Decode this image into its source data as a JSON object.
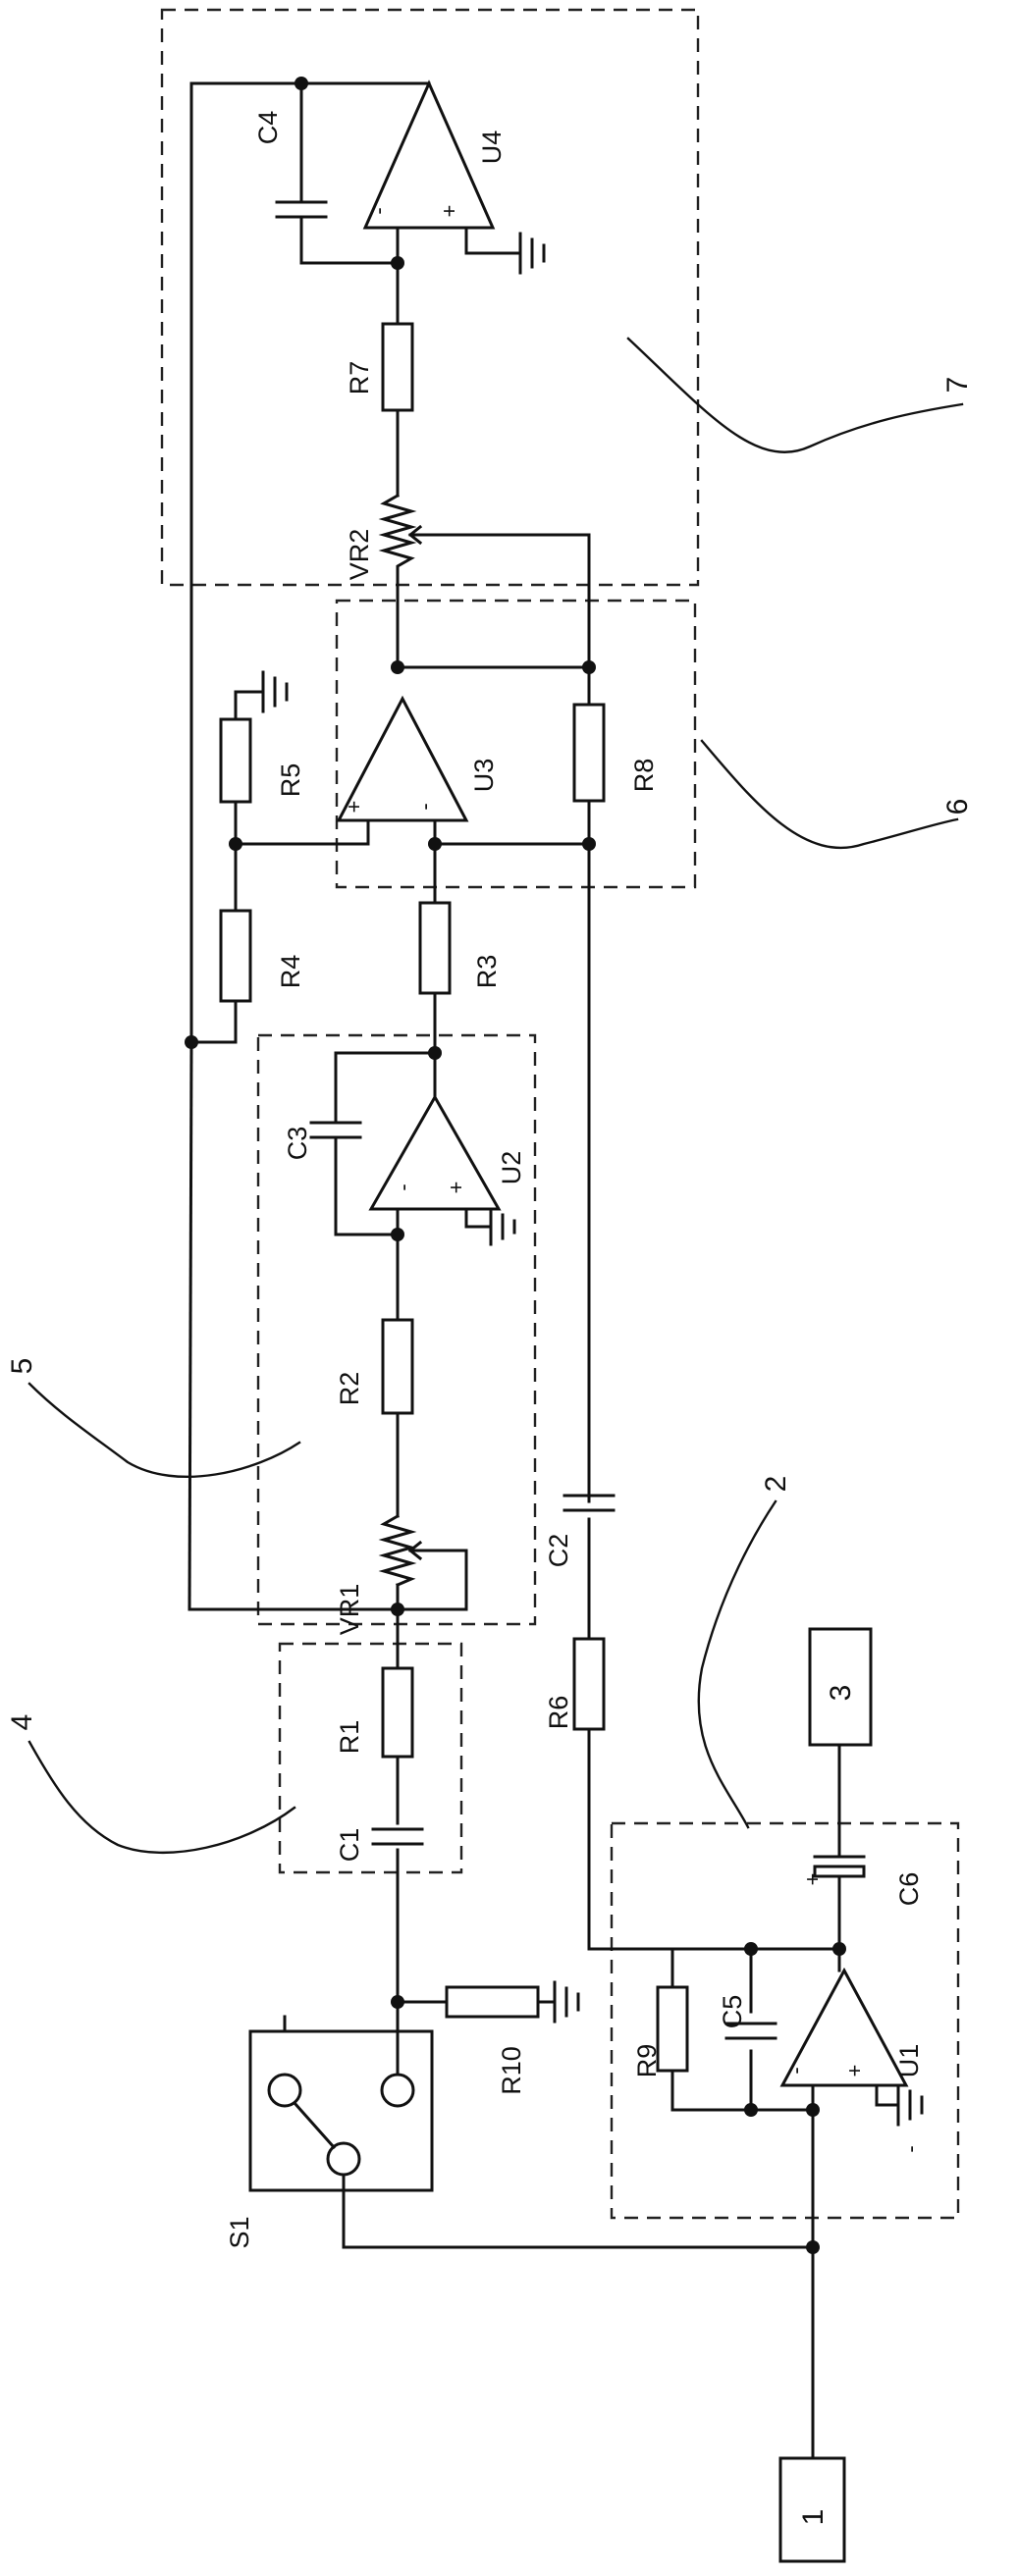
{
  "blocks": {
    "input_terminal": "1",
    "source_terminal": "3"
  },
  "callouts": [
    "2",
    "4",
    "5",
    "6",
    "7"
  ],
  "components": {
    "resistors": [
      "R1",
      "R2",
      "R3",
      "R4",
      "R5",
      "R6",
      "R7",
      "R8",
      "R9",
      "R10"
    ],
    "capacitors": [
      "C1",
      "C2",
      "C3",
      "C4",
      "C5",
      "C6"
    ],
    "potentiometers": [
      "VR1",
      "VR2"
    ],
    "opamps": [
      "U1",
      "U2",
      "U3",
      "U4"
    ],
    "switch": "S1"
  },
  "pin_signs": {
    "minus": "-",
    "plus": "+"
  },
  "colors": {
    "ink": "#111111",
    "background": "#ffffff"
  }
}
